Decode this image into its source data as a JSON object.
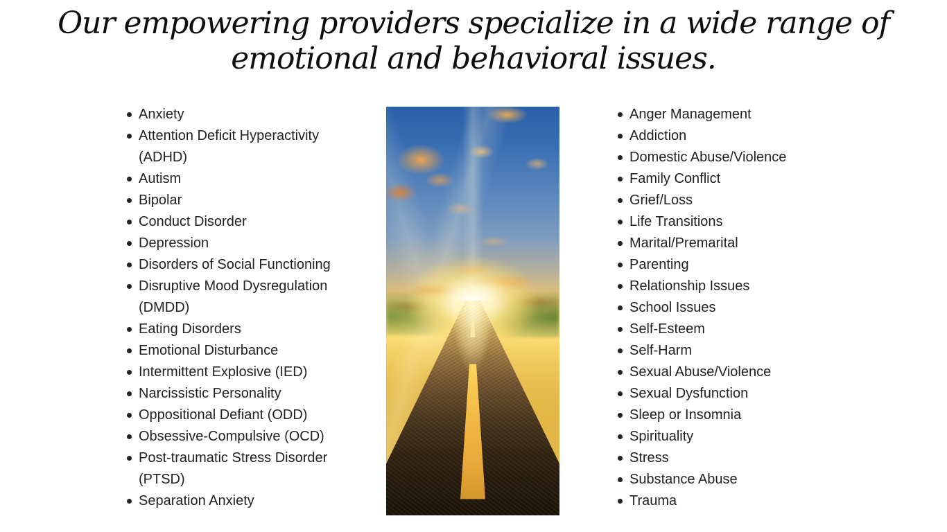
{
  "page": {
    "background": "#ffffff",
    "list_text_color": "#212121"
  },
  "headline": {
    "line1": "Our empowering providers specialize in a wide range of",
    "line2": "emotional and behavioral issues.",
    "color": "#0e0e0e"
  },
  "left_list": {
    "items": [
      "Anxiety",
      "Attention Deficit Hyperactivity (ADHD)",
      "Autism",
      "Bipolar",
      "Conduct Disorder",
      "Depression",
      "Disorders of Social Functioning",
      "Disruptive Mood Dysregulation (DMDD)",
      "Eating Disorders",
      "Emotional Disturbance",
      "Intermittent Explosive (IED)",
      "Narcissistic Personality",
      "Oppositional Defiant (ODD)",
      "Obsessive-Compulsive (OCD)",
      "Post-traumatic Stress Disorder (PTSD)",
      "Separation Anxiety"
    ]
  },
  "right_list": {
    "items": [
      "Anger Management",
      "Addiction",
      "Domestic Abuse/Violence",
      "Family Conflict",
      "Grief/Loss",
      "Life Transitions",
      "Marital/Premarital",
      "Parenting",
      "Relationship Issues",
      "School Issues",
      "Self-Esteem",
      "Self-Harm",
      "Sexual Abuse/Violence",
      "Sexual Dysfunction",
      "Sleep or Insomnia",
      "Spirituality",
      "Stress",
      "Substance Abuse",
      "Trauma"
    ]
  },
  "photo": {
    "description": "sunlit asphalt road leading toward a bright sunrise on the horizon with golden clouds in a blue sky and a yellow center lane marking",
    "colors": {
      "sky_blue": "#2b5fa8",
      "cloud_orange": "#e8963c",
      "sun_glow_white": "#fffbe8",
      "horizon_gold": "#f6d468",
      "grass_green": "#6a8d3c",
      "asphalt_dark": "#1b130a",
      "lane_yellow": "#eaa93a"
    }
  }
}
